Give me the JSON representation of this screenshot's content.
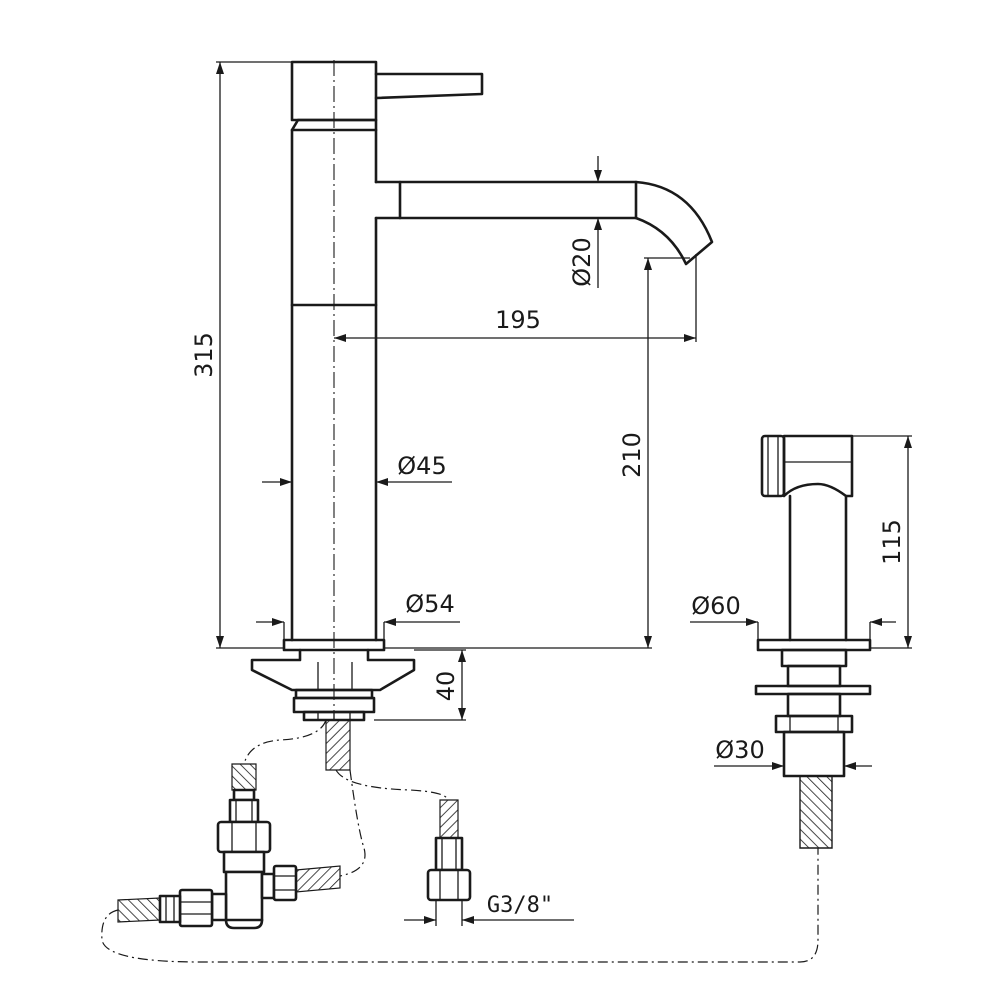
{
  "dimensions": {
    "total_height": "315",
    "spout_reach": "195",
    "spout_diameter": "Ø20",
    "spout_height": "210",
    "body_diameter": "Ø45",
    "base_diameter": "Ø54",
    "base_depth": "40",
    "shower_height": "115",
    "shower_base_diameter": "Ø60",
    "shower_nut_diameter": "Ø30",
    "thread_size": "G3/8\""
  }
}
